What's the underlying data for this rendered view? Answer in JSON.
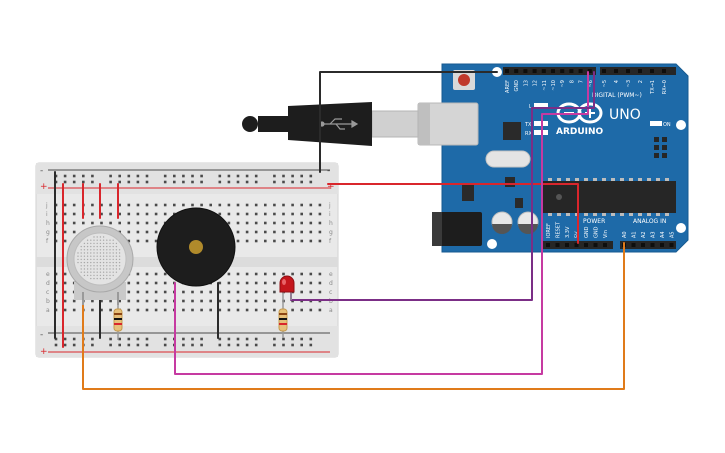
{
  "arduino": {
    "brand": "ARDUINO",
    "model": "UNO",
    "digital_header": "DIGITAL (PWM~)",
    "power_header": "POWER",
    "analog_header": "ANALOG IN",
    "on_label": "ON",
    "l_label": "L",
    "tx_label": "TX",
    "rx_label": "RX",
    "digital_pins": [
      "AREF",
      "GND",
      "13",
      "12",
      "~11",
      "~10",
      "~9",
      "8",
      "7",
      "~6",
      "~5",
      "4",
      "~3",
      "2",
      "TX→1",
      "RX←0"
    ],
    "power_pins": [
      "IOREF",
      "RESET",
      "3.3V",
      "5V",
      "GND",
      "GND",
      "Vin"
    ],
    "analog_pins": [
      "A0",
      "A1",
      "A2",
      "A3",
      "A4",
      "A5"
    ]
  },
  "breadboard": {
    "row_letters_top": [
      "j",
      "i",
      "h",
      "g",
      "f"
    ],
    "row_letters_bottom": [
      "e",
      "d",
      "c",
      "b",
      "a"
    ],
    "plus": "+",
    "minus": "-"
  },
  "colors": {
    "board": "#1e6aa8",
    "wire_black": "#2b2b2b",
    "wire_red": "#d9262c",
    "wire_magenta": "#c63aa1",
    "wire_purple": "#7b2e86",
    "wire_orange": "#e07b1a",
    "led": "#c4161c",
    "buzzer": "#1d1d1d"
  }
}
